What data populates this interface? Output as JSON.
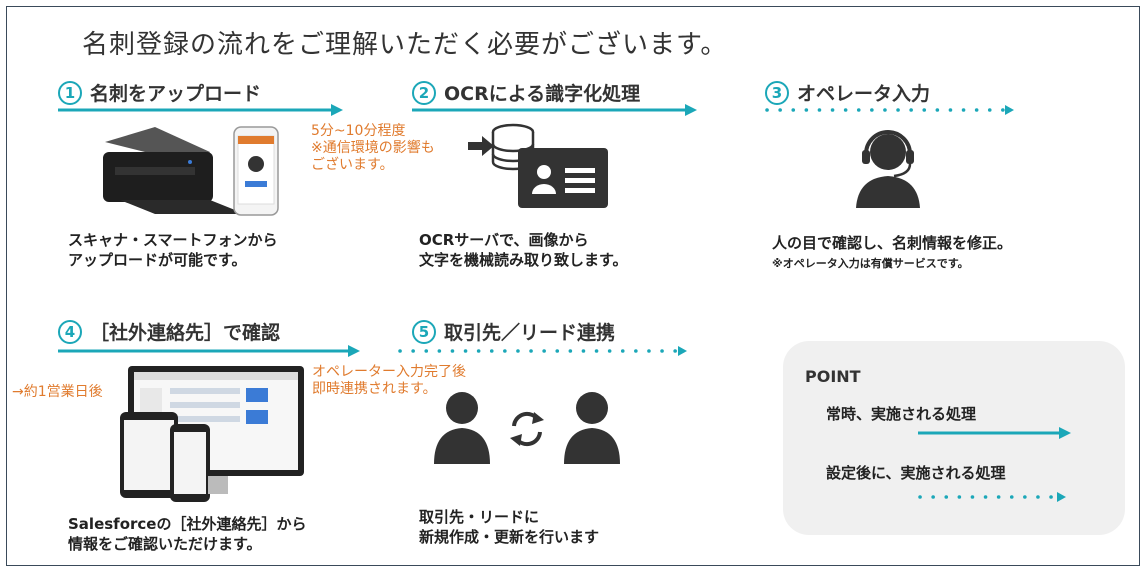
{
  "title": "名刺登録の流れをご理解いただく必要がございます。",
  "colors": {
    "accent": "#1ba7b8",
    "note": "#e07b2e",
    "icon": "#333333"
  },
  "steps": [
    {
      "num": "1",
      "label": "名刺をアップロード",
      "desc": "スキャナ・スマートフォンから\nアップロードが可能です。",
      "flow": "always",
      "icon": "scanner-phone-icon"
    },
    {
      "num": "2",
      "label": "OCRによる識字化処理",
      "desc": "OCRサーバで、画像から\n文字を機械読み取り致します。",
      "flow": "always",
      "icon": "ocr-card-icon"
    },
    {
      "num": "3",
      "label": "オペレータ入力",
      "desc": "人の目で確認し、名刺情報を修正。",
      "note": "※オペレータ入力は有償サービスです。",
      "flow": "after-setting",
      "icon": "operator-headset-icon"
    },
    {
      "num": "4",
      "label": "［社外連絡先］で確認",
      "desc": "Salesforceの［社外連絡先］から\n情報をご確認いただけます。",
      "flow": "always",
      "icon": "devices-icon"
    },
    {
      "num": "5",
      "label": "取引先／リード連携",
      "desc": "取引先・リードに\n新規作成・更新を行います",
      "flow": "after-setting",
      "icon": "sync-people-icon"
    }
  ],
  "notes": {
    "ocr_time": "5分~10分程度\n※通信環境の影響も\nございます。",
    "business_day": "→約1営業日後",
    "sync_timing": "オペレーター入力完了後\n即時連携されます。"
  },
  "point": {
    "title": "POINT",
    "always_label": "常時、実施される処理",
    "after_label": "設定後に、実施される処理"
  }
}
